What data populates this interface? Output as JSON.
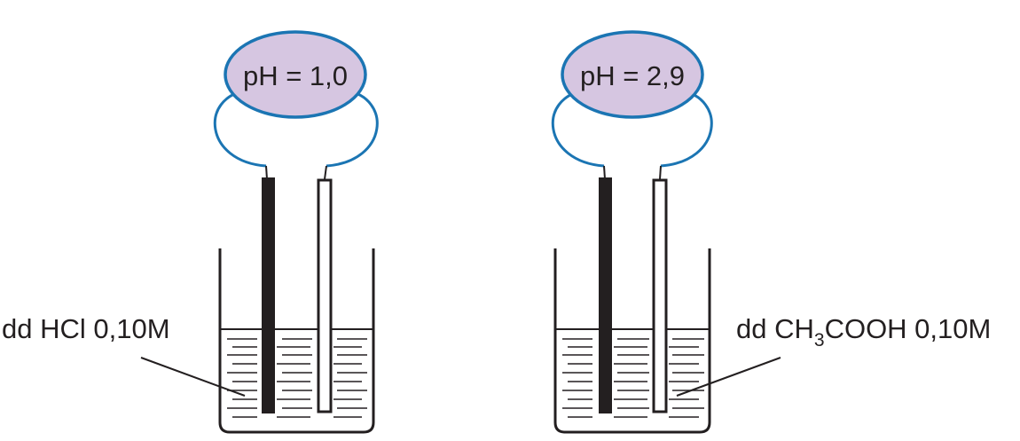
{
  "setups": [
    {
      "meter_reading": "pH = 1,0",
      "solution_label": "dd HCl 0,10M"
    },
    {
      "meter_reading": "pH = 2,9",
      "solution_label_parts": [
        "dd CH",
        "3",
        "COOH 0,10M"
      ]
    }
  ],
  "colors": {
    "meter_fill": "#d6c6e1",
    "meter_stroke": "#1b75b3",
    "line": "#231f20",
    "electrode": "#231f20"
  }
}
